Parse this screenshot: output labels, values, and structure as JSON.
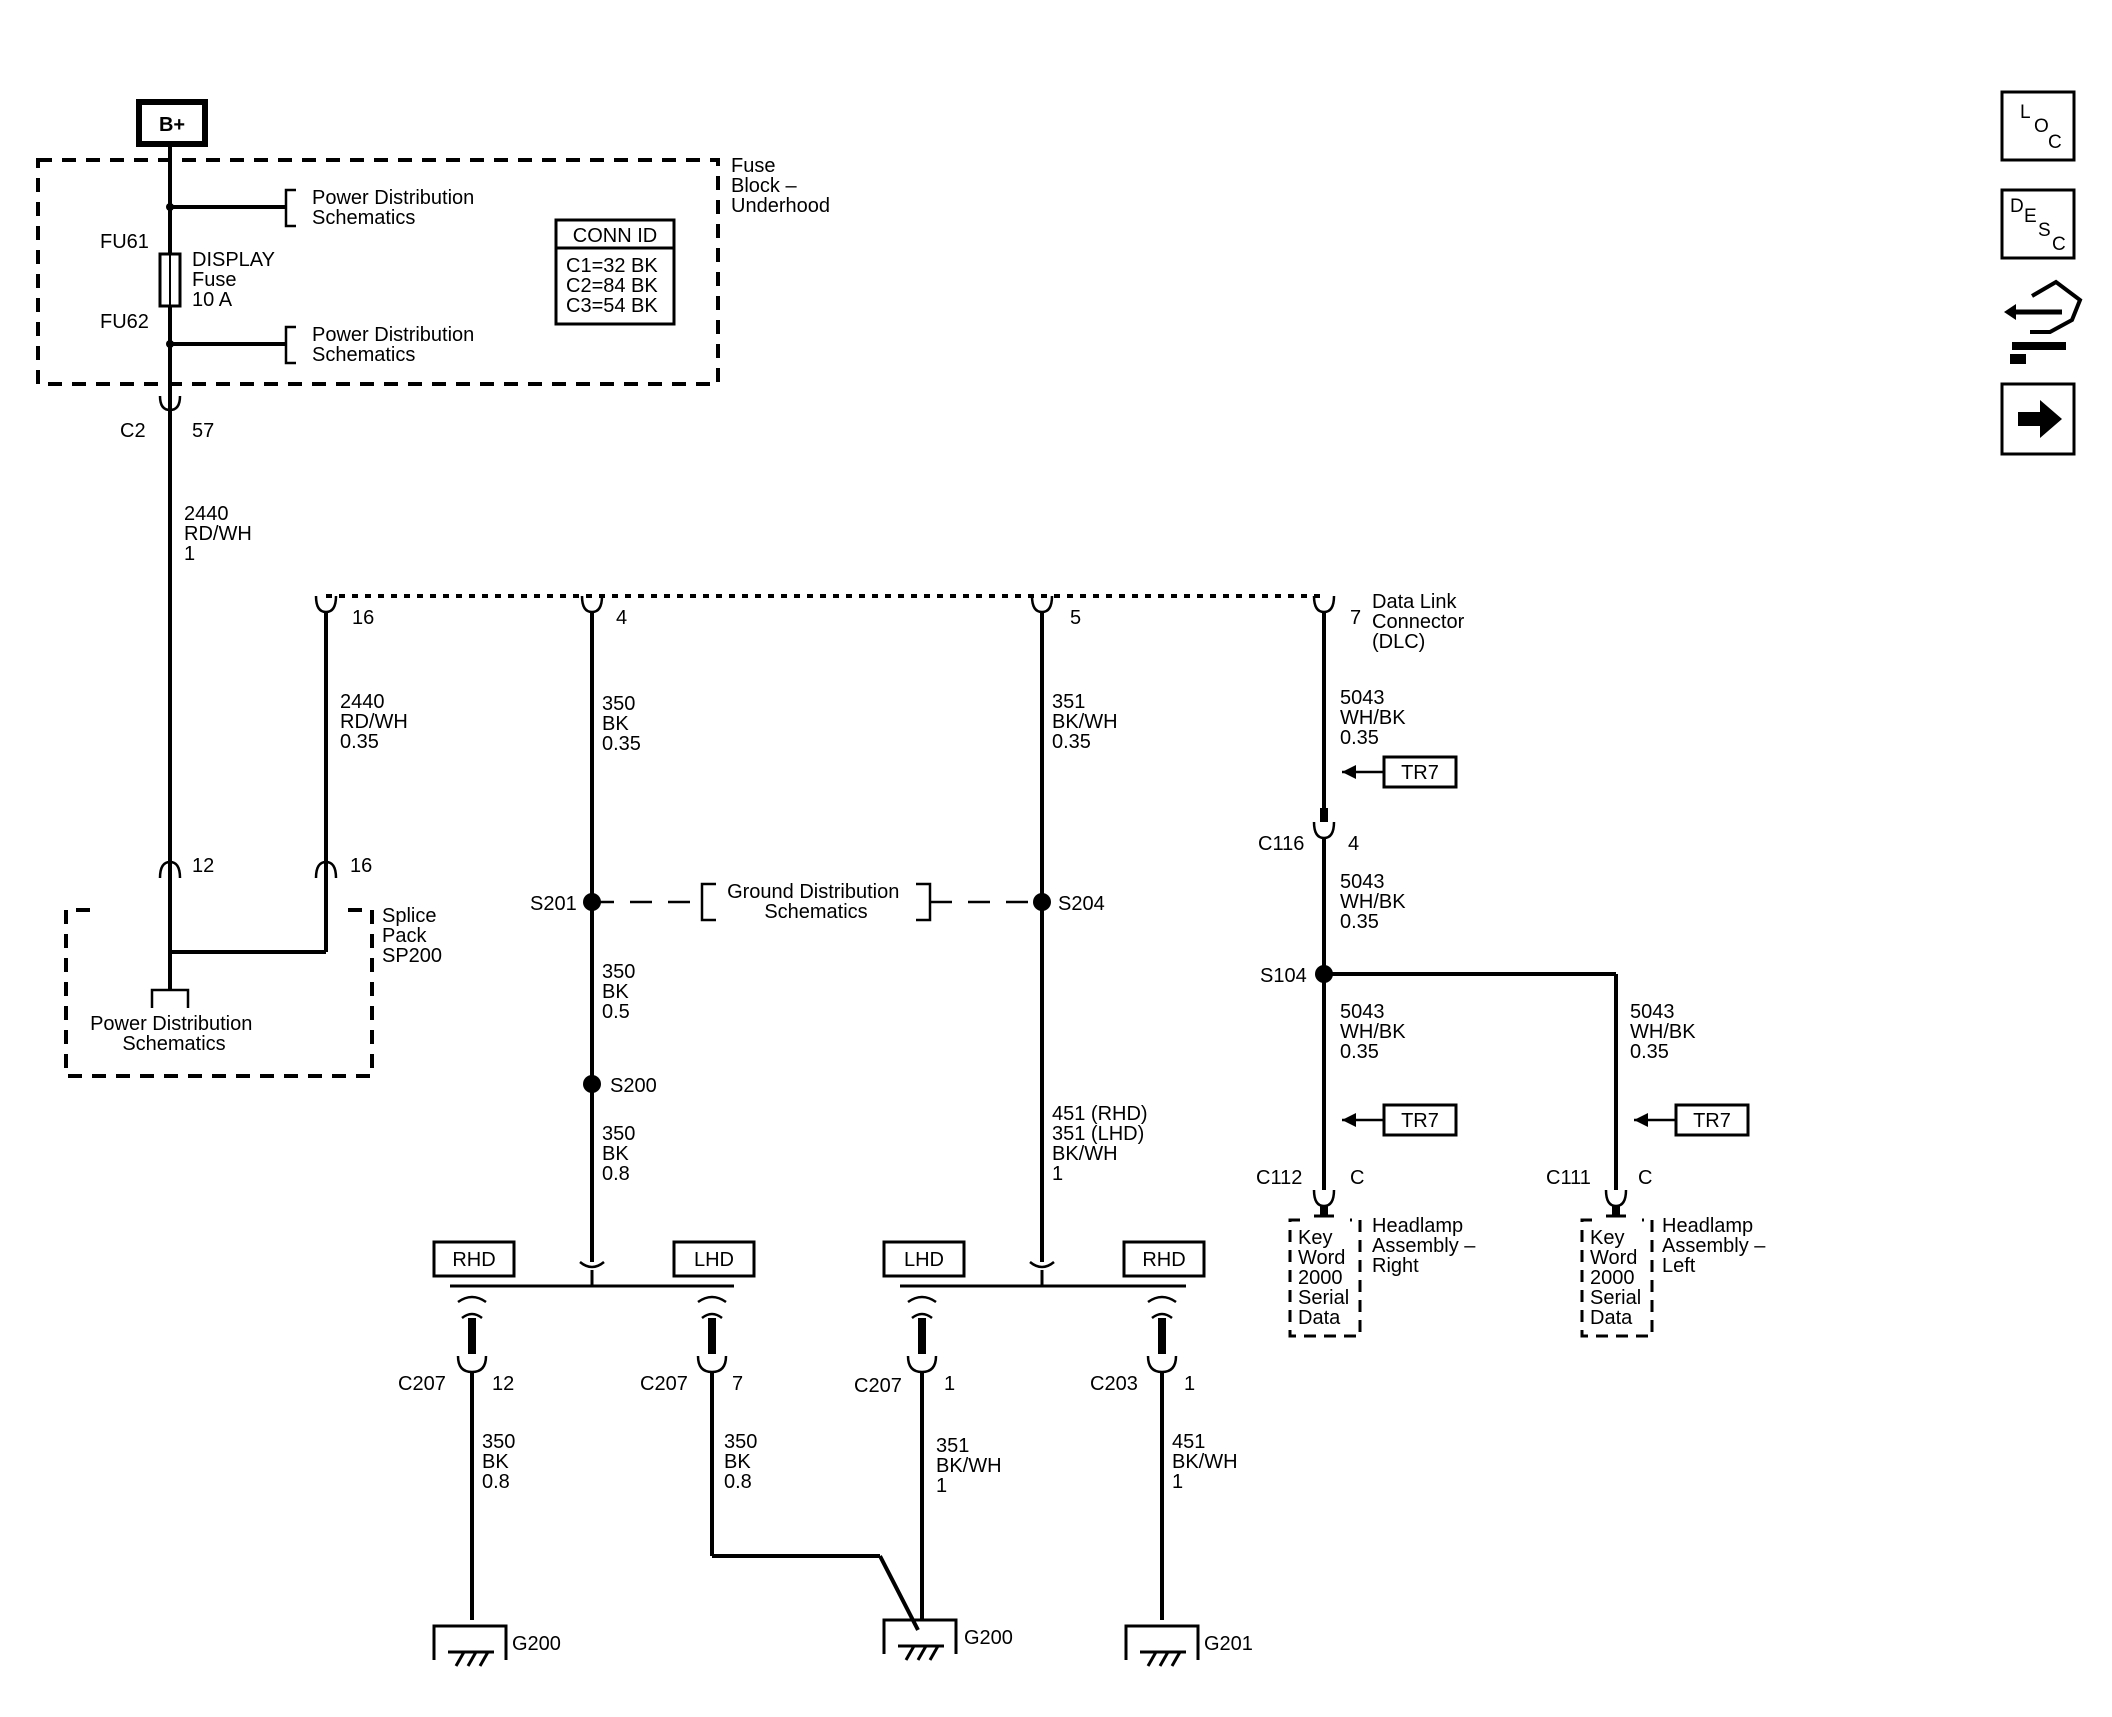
{
  "power": {
    "bplus": "B+"
  },
  "fuse_block": {
    "name_lines": [
      "Fuse",
      "Block –",
      "Underhood"
    ],
    "fu61": "FU61",
    "fu62": "FU62",
    "fuse_lines": [
      "DISPLAY",
      "Fuse",
      "10 A"
    ],
    "pds_top": [
      "Power Distribution",
      "Schematics"
    ],
    "pds_bottom": [
      "Power Distribution",
      "Schematics"
    ],
    "conn_id": {
      "title": "CONN ID",
      "rows": [
        "C1=32 BK",
        "C2=84 BK",
        "C3=54 BK"
      ]
    }
  },
  "c2": {
    "connector": "C2",
    "pin": "57"
  },
  "wire_main": [
    "2440",
    "RD/WH",
    "1"
  ],
  "dlc": {
    "name_lines": [
      "Data Link",
      "Connector",
      "(DLC)"
    ],
    "pins": {
      "p16": "16",
      "p4": "4",
      "p5": "5",
      "p7": "7"
    }
  },
  "wires_dlc": {
    "w16": [
      "2440",
      "RD/WH",
      "0.35"
    ],
    "w4": [
      "350",
      "BK",
      "0.35"
    ],
    "w5": [
      "351",
      "BK/WH",
      "0.35"
    ],
    "w7": [
      "5043",
      "WH/BK",
      "0.35"
    ]
  },
  "splice_pack": {
    "name_lines": [
      "Splice",
      "Pack",
      "SP200"
    ],
    "pin12": "12",
    "pin16": "16",
    "pds": [
      "Power Distribution",
      "Schematics"
    ]
  },
  "splices": {
    "s201": "S201",
    "s204": "S204",
    "s200": "S200",
    "s104": "S104"
  },
  "ground_dist": [
    "Ground Distribution",
    "Schematics"
  ],
  "wires_mid": {
    "s201_s200": [
      "350",
      "BK",
      "0.5"
    ],
    "s200_down": [
      "350",
      "BK",
      "0.8"
    ],
    "s204_down": [
      "451 (RHD)",
      "351 (LHD)",
      "BK/WH",
      "1"
    ]
  },
  "c116": {
    "connector": "C116",
    "pin": "4",
    "wire": [
      "5043",
      "WH/BK",
      "0.35"
    ]
  },
  "s104_branches": {
    "right": [
      "5043",
      "WH/BK",
      "0.35"
    ],
    "left": [
      "5043",
      "WH/BK",
      "0.35"
    ]
  },
  "tr7": "TR7",
  "headlamps": {
    "right": {
      "connector": "C112",
      "pin": "C",
      "keyword": [
        "Key",
        "Word",
        "2000",
        "Serial",
        "Data"
      ],
      "name": [
        "Headlamp",
        "Assembly –",
        "Right"
      ]
    },
    "left": {
      "connector": "C111",
      "pin": "C",
      "keyword": [
        "Key",
        "Word",
        "2000",
        "Serial",
        "Data"
      ],
      "name": [
        "Headlamp",
        "Assembly –",
        "Left"
      ]
    }
  },
  "options": {
    "rhd1": "RHD",
    "lhd1": "LHD",
    "lhd2": "LHD",
    "rhd2": "RHD"
  },
  "bottom_connectors": [
    {
      "connector": "C207",
      "pin": "12",
      "wire": [
        "350",
        "BK",
        "0.8"
      ],
      "ground": "G200"
    },
    {
      "connector": "C207",
      "pin": "7",
      "wire": [
        "350",
        "BK",
        "0.8"
      ]
    },
    {
      "connector": "C207",
      "pin": "1",
      "wire": [
        "351",
        "BK/WH",
        "1"
      ],
      "ground": "G200"
    },
    {
      "connector": "C203",
      "pin": "1",
      "wire": [
        "451",
        "BK/WH",
        "1"
      ],
      "ground": "G201"
    }
  ],
  "nav_icons": [
    "loc-icon",
    "desc-icon",
    "connector-icon",
    "next-arrow-icon"
  ]
}
